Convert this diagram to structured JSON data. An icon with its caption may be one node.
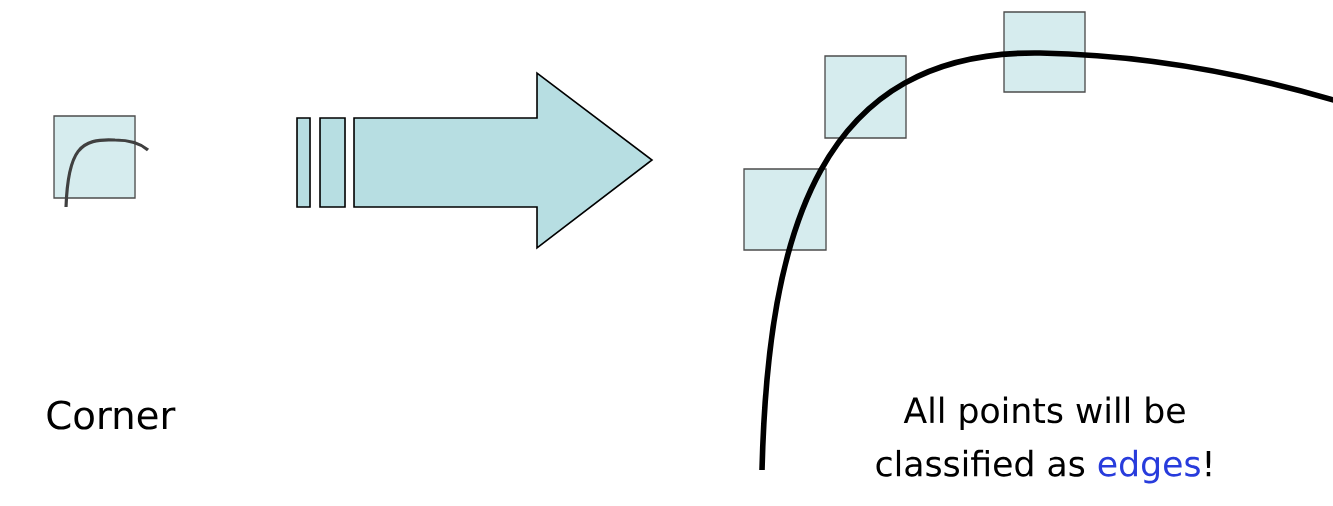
{
  "diagram": {
    "labels": [
      "Corner",
      "All points will be classified as",
      "edges",
      "!"
    ]
  }
}
